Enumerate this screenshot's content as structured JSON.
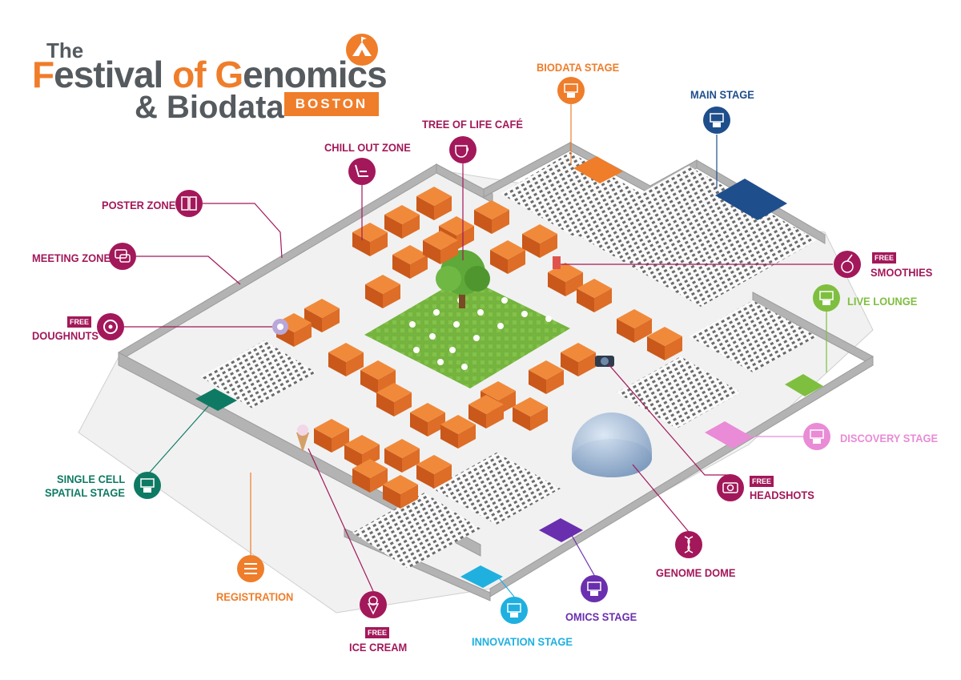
{
  "logo": {
    "the": "The",
    "festival_f": "F",
    "festival_rest": "estival ",
    "of": "of ",
    "genomics_g": "G",
    "genomics_rest": "enomics",
    "biodata": "& Biodata",
    "city": "BOSTON"
  },
  "colors": {
    "magenta": "#a3185a",
    "orange": "#ef7d2a",
    "navy": "#1f4e8c",
    "teal": "#0f7a63",
    "green": "#7fbf3f",
    "pink": "#e98bd6",
    "purple": "#6a2fae",
    "cyan": "#1fb0e0"
  },
  "free_badge": "FREE",
  "zones": [
    {
      "id": "biodata-stage",
      "label": "BIODATA STAGE",
      "icon": "stage-podium-icon",
      "color": "#ef7d2a",
      "free": false
    },
    {
      "id": "main-stage",
      "label": "MAIN STAGE",
      "icon": "stage-podium-icon",
      "color": "#1f4e8c",
      "free": false
    },
    {
      "id": "tree-of-life-cafe",
      "label": "TREE OF LIFE CAFÉ",
      "icon": "coffee-cup-icon",
      "color": "#a3185a",
      "free": false
    },
    {
      "id": "chill-out-zone",
      "label": "CHILL OUT ZONE",
      "icon": "lounge-chair-icon",
      "color": "#a3185a",
      "free": false
    },
    {
      "id": "poster-zone",
      "label": "POSTER ZONE",
      "icon": "poster-boards-icon",
      "color": "#a3185a",
      "free": false
    },
    {
      "id": "meeting-zone",
      "label": "MEETING ZONE",
      "icon": "handshake-chat-icon",
      "color": "#a3185a",
      "free": false
    },
    {
      "id": "doughnuts",
      "label": "DOUGHNUTS",
      "icon": "doughnut-icon",
      "color": "#a3185a",
      "free": true
    },
    {
      "id": "smoothies",
      "label": "SMOOTHIES",
      "icon": "smoothie-fruit-icon",
      "color": "#a3185a",
      "free": true
    },
    {
      "id": "live-lounge",
      "label": "LIVE LOUNGE",
      "icon": "stage-podium-icon",
      "color": "#7fbf3f",
      "free": false
    },
    {
      "id": "discovery-stage",
      "label": "DISCOVERY STAGE",
      "icon": "stage-podium-icon",
      "color": "#e98bd6",
      "free": false
    },
    {
      "id": "headshots",
      "label": "HEADSHOTS",
      "icon": "camera-icon",
      "color": "#a3185a",
      "free": true
    },
    {
      "id": "single-cell-spatial-stage",
      "label": "SINGLE CELL\nSPATIAL STAGE",
      "label_line1": "SINGLE CELL",
      "label_line2": "SPATIAL STAGE",
      "icon": "stage-podium-icon",
      "color": "#0f7a63",
      "free": false
    },
    {
      "id": "registration",
      "label": "REGISTRATION",
      "icon": "registration-list-icon",
      "color": "#ef7d2a",
      "free": false
    },
    {
      "id": "ice-cream",
      "label": "ICE CREAM",
      "icon": "ice-cream-icon",
      "color": "#a3185a",
      "free": true
    },
    {
      "id": "innovation-stage",
      "label": "INNOVATION STAGE",
      "icon": "stage-podium-icon",
      "color": "#1fb0e0",
      "free": false
    },
    {
      "id": "omics-stage",
      "label": "OMICS STAGE",
      "icon": "stage-podium-icon",
      "color": "#6a2fae",
      "free": false
    },
    {
      "id": "genome-dome",
      "label": "GENOME DOME",
      "icon": "dna-helix-icon",
      "color": "#a3185a",
      "free": false
    }
  ]
}
